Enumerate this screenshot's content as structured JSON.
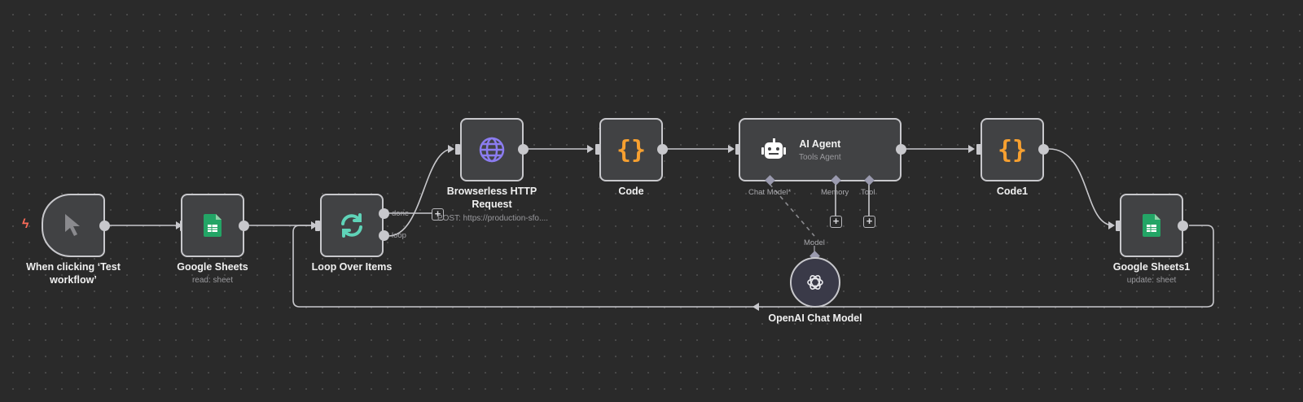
{
  "canvas": {
    "background": "#2a2a2a"
  },
  "nodes": {
    "trigger": {
      "title": "When clicking ‘Test workflow’",
      "icon": "cursor-icon",
      "badge_icon": "lightning-icon",
      "badge_color": "#ff6d5a"
    },
    "sheets": {
      "title": "Google Sheets",
      "subtitle": "read: sheet",
      "icon": "google-sheets-icon"
    },
    "loop": {
      "title": "Loop Over Items",
      "icon": "loop-icon",
      "outputs": [
        "done",
        "loop"
      ]
    },
    "http": {
      "title": "Browserless HTTP Request",
      "subtitle": "POST: https://production-sfo....",
      "icon": "globe-icon"
    },
    "code": {
      "title": "Code",
      "icon": "code-braces-icon"
    },
    "agent": {
      "title": "AI Agent",
      "subtitle": "Tools Agent",
      "icon": "robot-icon",
      "ports": [
        "Chat Model*",
        "Memory",
        "Tool"
      ]
    },
    "code1": {
      "title": "Code1",
      "icon": "code-braces-icon"
    },
    "sheets1": {
      "title": "Google Sheets1",
      "subtitle": "update: sheet",
      "icon": "google-sheets-icon"
    },
    "openai": {
      "title": "OpenAI Chat Model",
      "port": "Model",
      "icon": "openai-icon"
    }
  },
  "colors": {
    "sheets_green": "#23a566",
    "code_orange": "#f7a030",
    "globe_purple": "#8b7cf0",
    "loop_teal": "#5fd3b8"
  }
}
